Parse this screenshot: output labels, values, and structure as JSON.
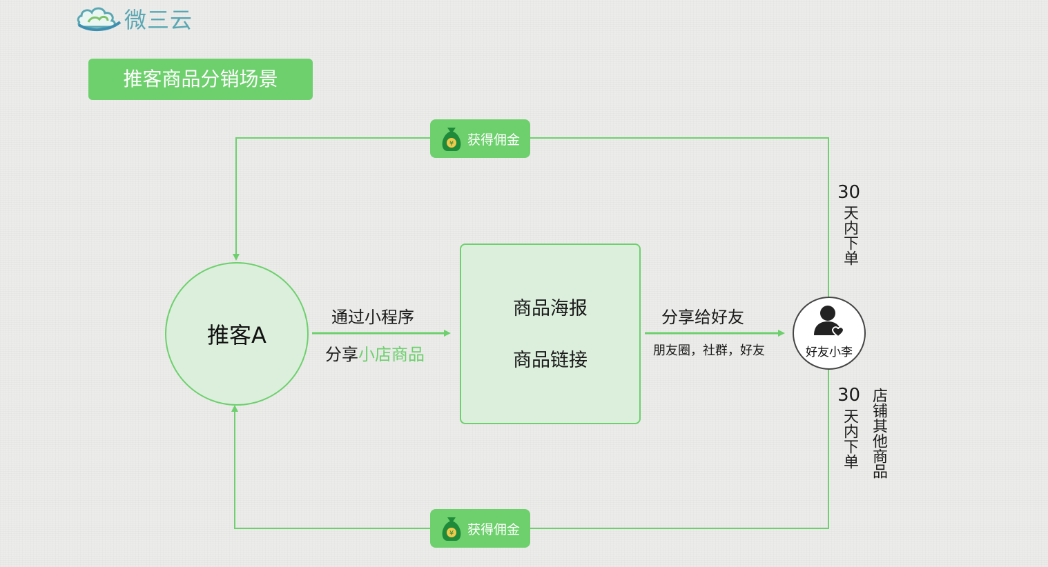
{
  "logo": {
    "text": "微三云"
  },
  "title": "推客商品分销场景",
  "commission_label": "获得佣金",
  "promoter": {
    "label": "推客A"
  },
  "center_box": {
    "line1": "商品海报",
    "line2": "商品链接"
  },
  "friend": {
    "label": "好友小李"
  },
  "edge_left": {
    "line1": "通过小程序",
    "line2_prefix": "分享",
    "line2_highlight": "小店商品"
  },
  "edge_right": {
    "line1": "分享给好友",
    "line2": "朋友圈，社群，好友"
  },
  "top_return": {
    "number": "30",
    "text": "天内下单"
  },
  "bottom_return": {
    "number": "30",
    "text": "天内下单",
    "text2": "店铺其他商品"
  },
  "colors": {
    "accent": "#6dd06d",
    "fill": "#dcefdc",
    "logo": "#5aa7b3"
  },
  "icons": {
    "badge": "money-bag-icon",
    "friend": "person-heart-icon",
    "logo": "cloud-logo-icon"
  }
}
